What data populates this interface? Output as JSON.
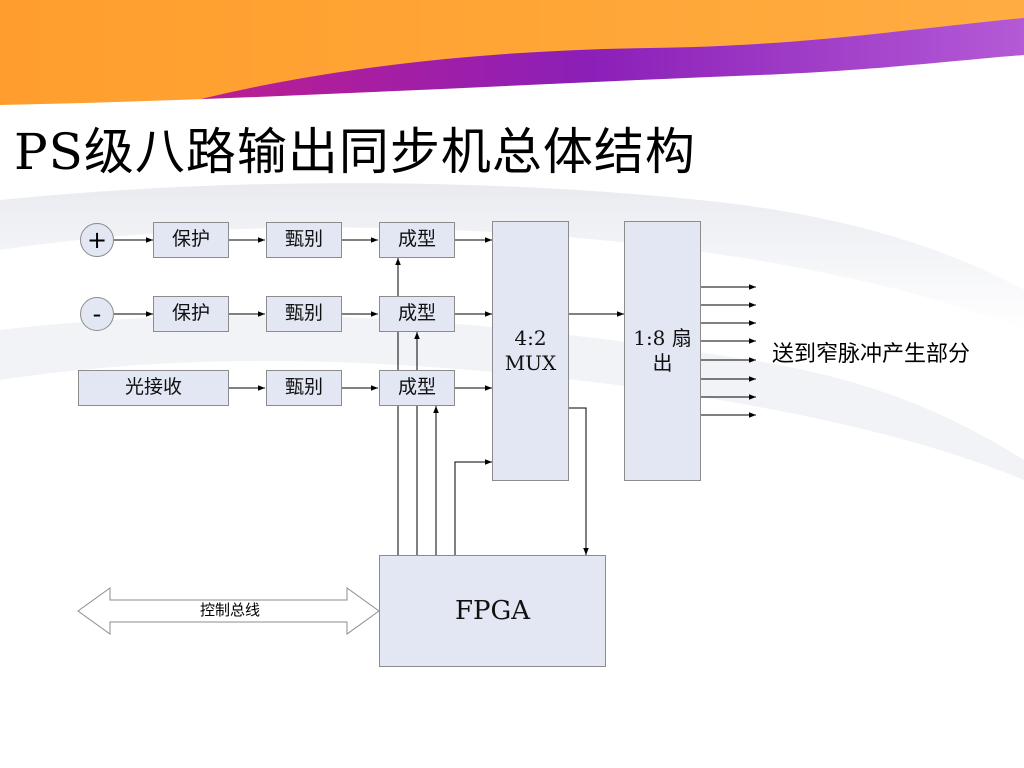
{
  "slide": {
    "title": "PS级八路输出同步机总体结构"
  },
  "inputs": {
    "plus_symbol": "+",
    "minus_symbol": "-",
    "optical_receive": "光接收"
  },
  "blocks": {
    "protect": "保护",
    "discriminate": "甄别",
    "shaping": "成型",
    "mux_line1": "4:2",
    "mux_line2": "MUX",
    "fanout_line1": "1:8 扇",
    "fanout_line2": "出",
    "fpga": "FPGA"
  },
  "labels": {
    "output_destination": "送到窄脉冲产生部分",
    "control_bus": "控制总线"
  },
  "colors": {
    "block_fill": "#e2e7f3",
    "block_border": "#8c8c8c",
    "wire": "#000000"
  }
}
